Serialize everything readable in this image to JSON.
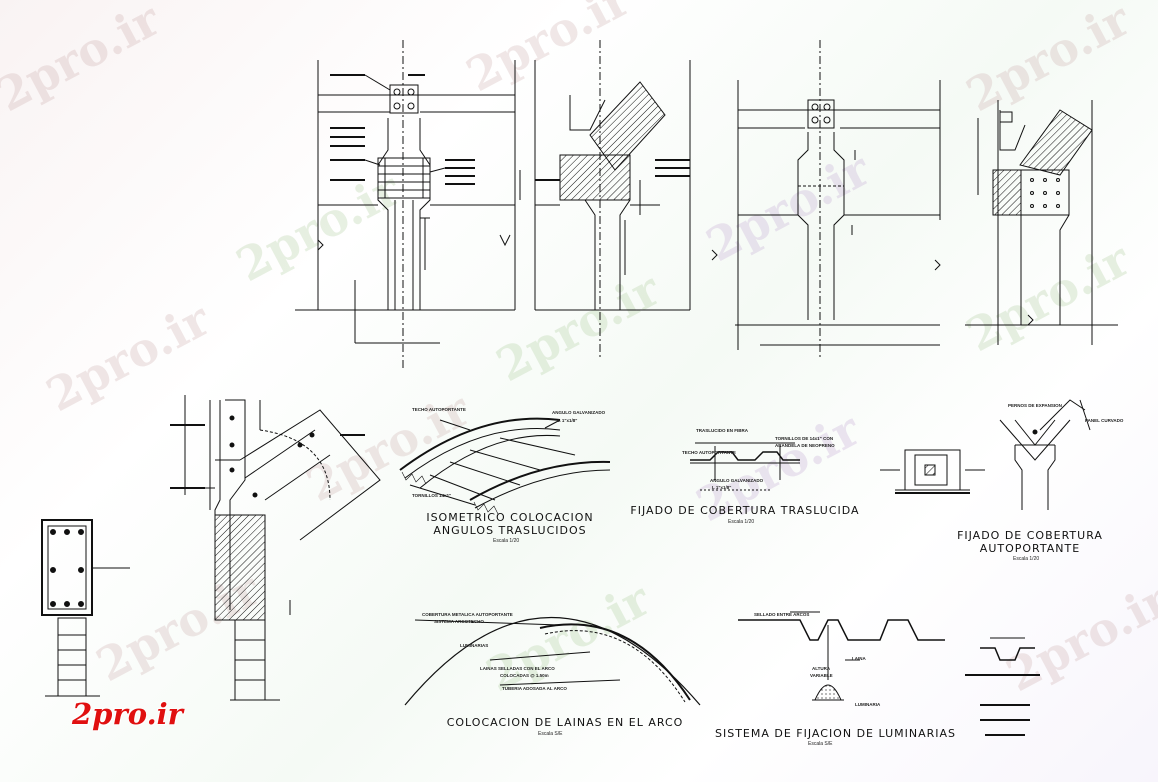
{
  "watermark": "2pro.ir",
  "logo": "2pro.ir",
  "titles": {
    "isometrico_l1": "ISOMETRICO COLOCACION",
    "isometrico_l2": "ANGULOS TRASLUCIDOS",
    "isometrico_scale": "Escala 1/20",
    "fijado_traslucida": "FIJADO DE COBERTURA TRASLUCIDA",
    "fijado_traslucida_scale": "Escala 1/20",
    "fijado_auto_l1": "FIJADO DE COBERTURA",
    "fijado_auto_l2": "AUTOPORTANTE",
    "fijado_auto_scale": "Escala 1/20",
    "lainas": "COLOCACION DE LAINAS EN EL ARCO",
    "lainas_scale": "Escala S/E",
    "luminarias": "SISTEMA DE FIJACION DE LUMINARIAS",
    "luminarias_scale": "Escala S/E"
  },
  "notes": {
    "techo_autoportante": "TECHO AUTOPORTANTE",
    "angulo_galvanizado": "ANGULO GALVANIZADO",
    "angulo_size": "L 1\"x1/8\"",
    "tornillos": "TORNILLOS 14x1\"",
    "traslucido": "TRASLUCIDO EN FIBRA",
    "tornillos_neopreno": "TORNILLOS DE 14x1\" CON",
    "arandela": "ARANDELA DE NEOPRENO",
    "techo_auto2": "TECHO AUTOPORTANTE",
    "angulo_galv2": "ANGULO GALVANIZADO",
    "angulo_size2": "L 1\"x1/8\"",
    "pernos": "PERNOS DE EXPANSION",
    "panel_curvado": "PANEL CURVADO",
    "cobertura_metalica": "COBERTURA METALICA AUTOPORTANTE",
    "sistema_arcotecho": "SISTEMA ARCOTECHO",
    "luminarias_lbl": "LUMINARIAS",
    "lainas_selladas": "LAINAS SELLADAS CON EL ARCO",
    "colocadas": "COLOCADAS @ 1.50m",
    "tuberia": "TUBERIA ADOSADA AL ARCO",
    "sellado": "SELLADO ENTRE ARCOS",
    "laina": "LAINA",
    "altura": "ALTURA",
    "variable": "VARIABLE",
    "luminaria": "LUMINARIA"
  }
}
